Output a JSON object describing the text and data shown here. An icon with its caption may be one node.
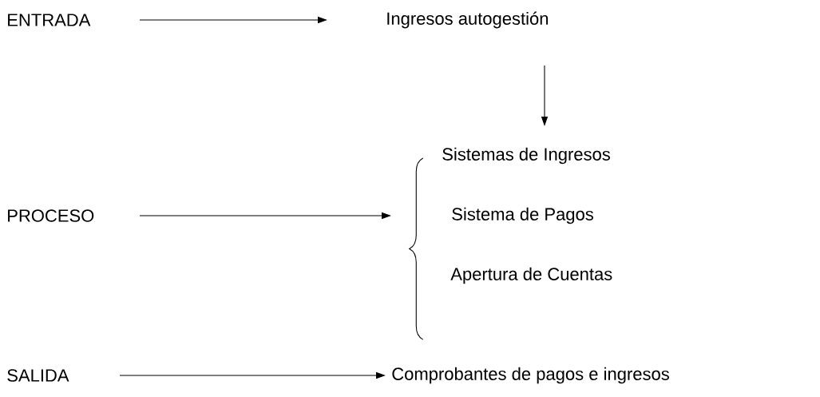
{
  "diagram": {
    "nodes": [
      {
        "text": [
          "ENTRADA"
        ]
      },
      {
        "text": [
          "Ingresos autogestión"
        ]
      },
      {
        "text": [
          "PROCESO"
        ]
      },
      {
        "text": [],
        "shape": "brace"
      },
      {
        "text": [
          "Sistemas de Ingresos"
        ]
      },
      {
        "text": [
          "Sistema de Pagos"
        ]
      },
      {
        "text": [
          "Apertura de Cuentas"
        ]
      },
      {
        "text": [
          "SALIDA"
        ]
      },
      {
        "text": [
          "Comprobantes de pagos e ingresos"
        ]
      }
    ],
    "edges": [
      {
        "from": 0,
        "to": 1,
        "arrow": "to"
      },
      {
        "from": 1,
        "to": 4,
        "arrow": "to"
      },
      {
        "from": 2,
        "to": 3,
        "arrow": "to"
      },
      {
        "from": 7,
        "to": 8,
        "arrow": "to"
      }
    ]
  }
}
